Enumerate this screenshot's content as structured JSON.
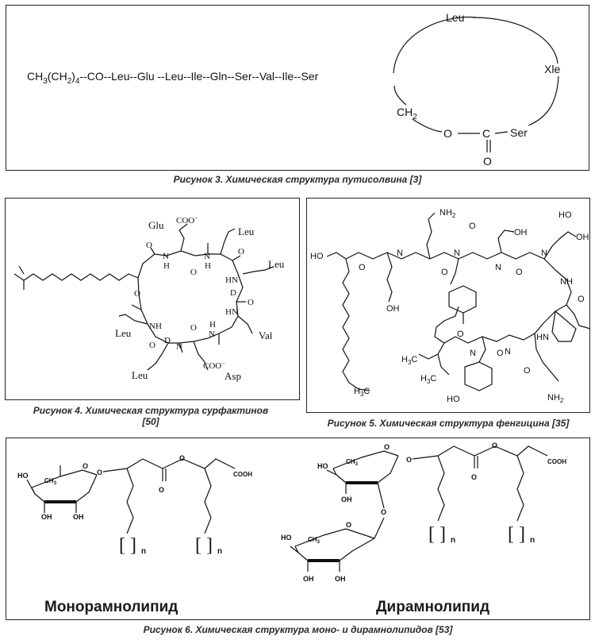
{
  "fig3": {
    "chain_prefix": "CH",
    "chain_sub1": "3",
    "chain_mid": "(CH",
    "chain_sub2": "2",
    "chain_close": ")",
    "chain_sub3": "4",
    "chain_rest": "--CO--Leu--Glu --Leu--Ile--Gln--Ser--Val--Ile--Ser",
    "ring_leu": "Leu",
    "ring_xle": "Xle",
    "ring_ser": "Ser",
    "ring_ch2": "CH",
    "ring_ch2_sub": "2",
    "ring_o": "O",
    "ring_c": "C",
    "ring_o2": "O",
    "caption": "Рисунок 3. Химическая структура путисолвина [3]"
  },
  "fig4": {
    "glu": "Glu",
    "coo_top": "COO",
    "leu_top": "Leu",
    "leu_right": "Leu",
    "leu_left": "Leu",
    "leu_bottom": "Leu",
    "val": "Val",
    "asp": "Asp",
    "coo_bottom": "COO",
    "nh": "NH",
    "hn": "HN",
    "n": "N",
    "h": "H",
    "o": "O",
    "d": "D",
    "caption": "Рисунок 4. Химическая структура сурфактинов [50]"
  },
  "fig5": {
    "nh2": "NH",
    "nh2_sub": "2",
    "oh": "OH",
    "ho": "HO",
    "h3c": "H",
    "h3c_sub": "3",
    "h3c_c": "C",
    "o": "O",
    "n": "N",
    "h": "H",
    "hn": "HN",
    "nh": "NH",
    "caption": "Рисунок 5. Химическая структура фенгицина [35]"
  },
  "fig6": {
    "oh": "OH",
    "ho": "HO",
    "ch3": "CH",
    "ch3_sub": "3",
    "o": "O",
    "cooh": "COOH",
    "n": "n",
    "label_mono": "Монорамнолипид",
    "label_di": "Дирамнолипид",
    "caption": "Рисунок 6. Химическая структура моно- и дирамнолипидов [53]"
  }
}
